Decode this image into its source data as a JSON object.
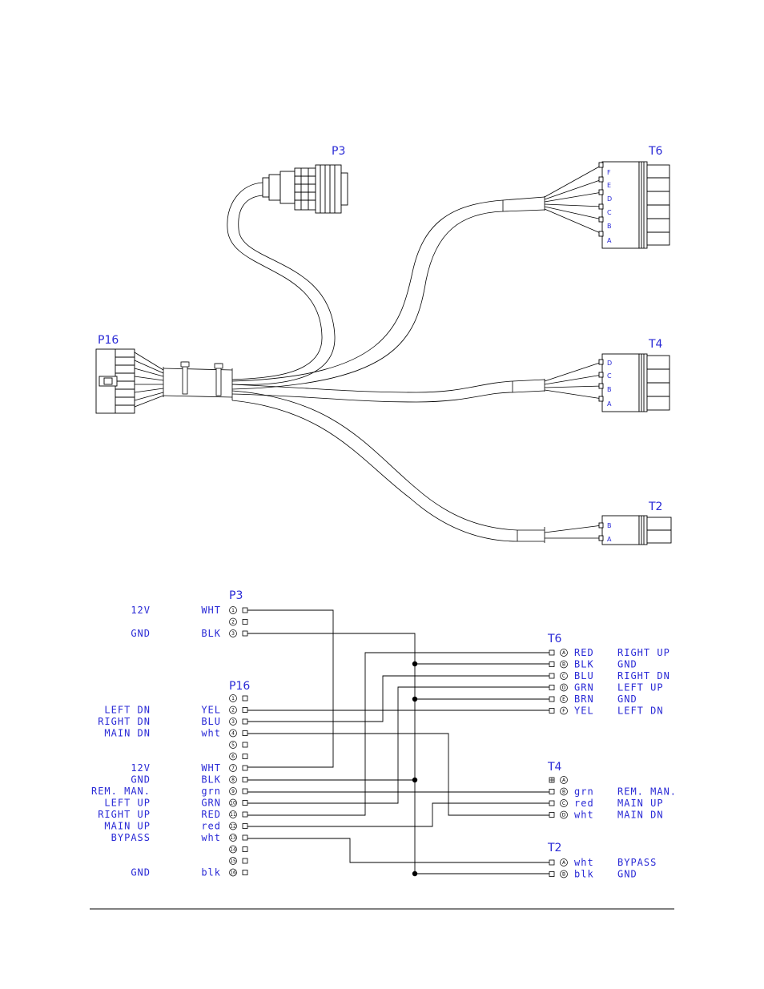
{
  "drawing": {
    "connectors": [
      {
        "id": "P3",
        "label": "P3"
      },
      {
        "id": "T6",
        "label": "T6"
      },
      {
        "id": "T4",
        "label": "T4"
      },
      {
        "id": "T2",
        "label": "T2"
      },
      {
        "id": "P16",
        "label": "P16"
      }
    ],
    "t6_pins": [
      "F",
      "E",
      "D",
      "C",
      "B",
      "A"
    ],
    "t4_pins": [
      "D",
      "C",
      "B",
      "A"
    ],
    "t2_pins": [
      "B",
      "A"
    ]
  },
  "schematic": {
    "p3": {
      "label": "P3",
      "rows": [
        {
          "signal": "12V",
          "wire": "WHT",
          "pin": "1"
        },
        {
          "signal": "",
          "wire": "",
          "pin": "2"
        },
        {
          "signal": "GND",
          "wire": "BLK",
          "pin": "3"
        }
      ]
    },
    "p16": {
      "label": "P16",
      "rows": [
        {
          "signal": "",
          "wire": "",
          "pin": "1"
        },
        {
          "signal": "LEFT DN",
          "wire": "YEL",
          "pin": "2"
        },
        {
          "signal": "RIGHT DN",
          "wire": "BLU",
          "pin": "3"
        },
        {
          "signal": "MAIN DN",
          "wire": "wht",
          "pin": "4"
        },
        {
          "signal": "",
          "wire": "",
          "pin": "5"
        },
        {
          "signal": "",
          "wire": "",
          "pin": "6"
        },
        {
          "signal": "12V",
          "wire": "WHT",
          "pin": "7"
        },
        {
          "signal": "GND",
          "wire": "BLK",
          "pin": "8"
        },
        {
          "signal": "REM. MAN.",
          "wire": "grn",
          "pin": "9"
        },
        {
          "signal": "LEFT UP",
          "wire": "GRN",
          "pin": "10"
        },
        {
          "signal": "RIGHT UP",
          "wire": "RED",
          "pin": "11"
        },
        {
          "signal": "MAIN UP",
          "wire": "red",
          "pin": "12"
        },
        {
          "signal": "BYPASS",
          "wire": "wht",
          "pin": "13"
        },
        {
          "signal": "",
          "wire": "",
          "pin": "14"
        },
        {
          "signal": "",
          "wire": "",
          "pin": "15"
        },
        {
          "signal": "GND",
          "wire": "blk",
          "pin": "16"
        }
      ]
    },
    "t6": {
      "label": "T6",
      "rows": [
        {
          "pin": "A",
          "wire": "RED",
          "signal": "RIGHT UP"
        },
        {
          "pin": "B",
          "wire": "BLK",
          "signal": "GND"
        },
        {
          "pin": "C",
          "wire": "BLU",
          "signal": "RIGHT DN"
        },
        {
          "pin": "D",
          "wire": "GRN",
          "signal": "LEFT UP"
        },
        {
          "pin": "E",
          "wire": "BRN",
          "signal": "GND"
        },
        {
          "pin": "F",
          "wire": "YEL",
          "signal": "LEFT DN"
        }
      ]
    },
    "t4": {
      "label": "T4",
      "rows": [
        {
          "pin": "A",
          "wire": "",
          "signal": ""
        },
        {
          "pin": "B",
          "wire": "grn",
          "signal": "REM. MAN."
        },
        {
          "pin": "C",
          "wire": "red",
          "signal": "MAIN UP"
        },
        {
          "pin": "D",
          "wire": "wht",
          "signal": "MAIN DN"
        }
      ]
    },
    "t2": {
      "label": "T2",
      "rows": [
        {
          "pin": "A",
          "wire": "wht",
          "signal": "BYPASS"
        },
        {
          "pin": "B",
          "wire": "blk",
          "signal": "GND"
        }
      ]
    }
  }
}
